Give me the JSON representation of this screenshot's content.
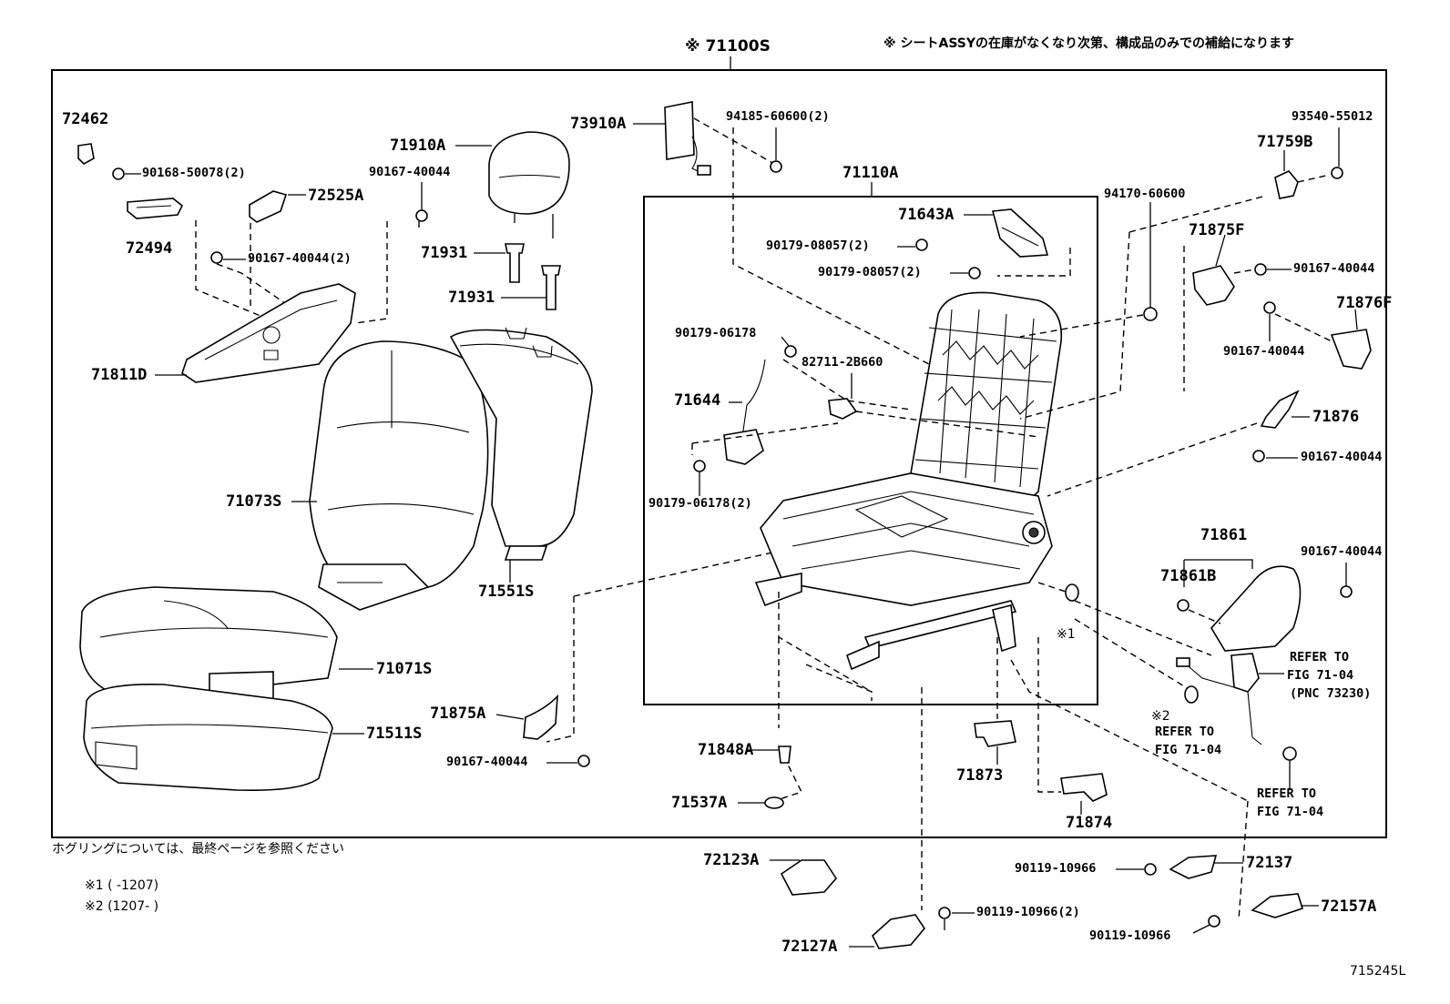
{
  "header": {
    "assy_number": "※ 71100S",
    "note": "※ シートASSYの在庫がなくなり次第、構成品のみでの補給になります"
  },
  "labels": {
    "p72462": "72462",
    "p90168_50078": "90168-50078(2)",
    "p72525A": "72525A",
    "p72494": "72494",
    "p90167_40044_a": "90167-40044",
    "p90167_40044_2": "90167-40044(2)",
    "p71910A": "71910A",
    "p71931_a": "71931",
    "p71931_b": "71931",
    "p71811D": "71811D",
    "p71073S": "71073S",
    "p71551S": "71551S",
    "p71071S": "71071S",
    "p71511S": "71511S",
    "p71875A": "71875A",
    "p90167_40044_b": "90167-40044",
    "p73910A": "73910A",
    "p94185_60600": "94185-60600(2)",
    "p71110A": "71110A",
    "p71643A": "71643A",
    "p90179_08057_a": "90179-08057(2)",
    "p90179_08057_b": "90179-08057(2)",
    "p90179_06178": "90179-06178",
    "p82711_2B660": "82711-2B660",
    "p71644": "71644",
    "p90179_06178_2": "90179-06178(2)",
    "p71848A": "71848A",
    "p71537A": "71537A",
    "p71873": "71873",
    "p71874": "71874",
    "p94170_60600": "94170-60600",
    "p93540_55012": "93540-55012",
    "p71759B": "71759B",
    "p71875F": "71875F",
    "p90167_40044_c": "90167-40044",
    "p71876F": "71876F",
    "p90167_40044_d": "90167-40044",
    "p71876": "71876",
    "p90167_40044_e": "90167-40044",
    "p71861": "71861",
    "p71861B": "71861B",
    "p90167_40044_f": "90167-40044",
    "mark1": "※1",
    "mark2": "※2",
    "refer_1_a": "REFER TO",
    "refer_1_b": "FIG 71-04",
    "refer_1_c": "(PNC 73230)",
    "refer_2_a": "REFER TO",
    "refer_2_b": "FIG 71-04",
    "refer_3_a": "REFER TO",
    "refer_3_b": "FIG 71-04",
    "p72123A": "72123A",
    "p72127A": "72127A",
    "p90119_10966_2": "90119-10966(2)",
    "p90119_10966_a": "90119-10966",
    "p90119_10966_b": "90119-10966",
    "p72137": "72137",
    "p72157A": "72157A"
  },
  "footer": {
    "hog_note": "ホグリングについては、最終ページを参照ください",
    "note1": "※1 (      -1207)",
    "note2": "※2 (1207-      )",
    "fig_code": "715245L"
  }
}
